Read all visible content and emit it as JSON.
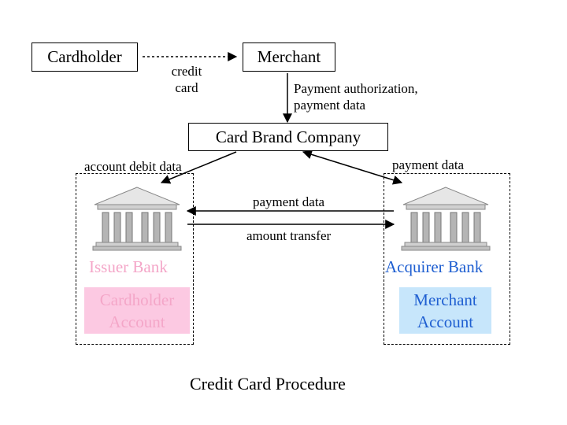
{
  "parties": {
    "cardholder": "Cardholder",
    "merchant": "Merchant",
    "card_brand": "Card Brand Company"
  },
  "flows": {
    "credit_card_line1": "credit",
    "credit_card_line2": "card",
    "authorization_line1": "Payment authorization,",
    "authorization_line2": "payment data",
    "account_debit_data": "account debit data",
    "payment_data_right": "payment data",
    "payment_data_middle": "payment data",
    "amount_transfer": "amount transfer"
  },
  "banks": {
    "issuer": {
      "name": "Issuer Bank",
      "account_line1": "Cardholder",
      "account_line2": "Account",
      "color": "#f4a6c8",
      "fill": "#fcc9e2"
    },
    "acquirer": {
      "name": "Acquirer Bank",
      "account_line1": "Merchant",
      "account_line2": "Account",
      "color": "#1f5fd1",
      "fill": "#c7e6fb"
    }
  },
  "title": "Credit Card Procedure",
  "icons": {
    "bank": "bank-building-icon"
  }
}
